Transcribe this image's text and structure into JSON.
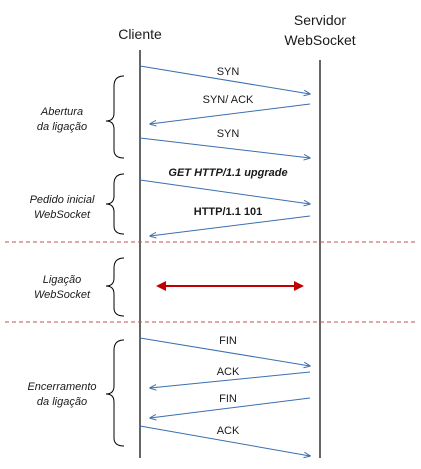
{
  "columns": {
    "client": "Cliente",
    "server_line1": "Servidor",
    "server_line2": "WebSocket"
  },
  "phases": [
    {
      "line1": "Abertura",
      "line2": "da ligação"
    },
    {
      "line1": "Pedido inicial",
      "line2": "WebSocket"
    },
    {
      "line1": "Ligação",
      "line2": "WebSocket"
    },
    {
      "line1": "Encerramento",
      "line2": "da ligação"
    }
  ],
  "messages": [
    {
      "label": "SYN",
      "direction": "client-to-server"
    },
    {
      "label": "SYN/ ACK",
      "direction": "server-to-client"
    },
    {
      "label": "SYN",
      "direction": "client-to-server"
    },
    {
      "label": "GET HTTP/1.1 upgrade",
      "direction": "client-to-server",
      "style": "bold-italic"
    },
    {
      "label": "HTTP/1.1 101",
      "direction": "server-to-client",
      "style": "bold"
    },
    {
      "label": "",
      "direction": "bidirectional"
    },
    {
      "label": "FIN",
      "direction": "client-to-server"
    },
    {
      "label": "ACK",
      "direction": "server-to-client"
    },
    {
      "label": "FIN",
      "direction": "server-to-client"
    },
    {
      "label": "ACK",
      "direction": "client-to-server"
    }
  ],
  "colors": {
    "arrow": "#3a6fb0",
    "bidirectional_arrow": "#c00000",
    "separator": "#c0504d",
    "lifeline": "#000000"
  }
}
